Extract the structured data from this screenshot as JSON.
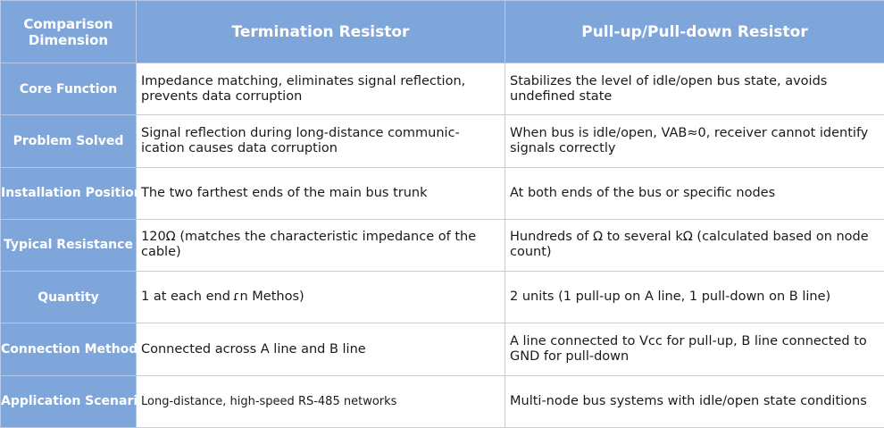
{
  "header": {
    "dimension": "Comparison Dimension",
    "termination": "Termination Resistor",
    "pullup": "Pull-up/Pull-down Resistor"
  },
  "rows": [
    {
      "dimension": "Core Function",
      "termination": "Impedance matching, eliminates signal reflection, prevents data corruption",
      "pullup": "Stabilizes the level of idle/open bus state, avoids undefined state"
    },
    {
      "dimension": "Problem Solved",
      "termination": "Signal reflection during long-distance communic- ication causes data corruption",
      "pullup": "When bus is idle/open, VAB≈0, receiver cannot identify signals correctly"
    },
    {
      "dimension": "Installation Position",
      "termination": "The two farthest ends of the main bus trunk",
      "pullup": "At both ends of the bus or specific nodes"
    },
    {
      "dimension": "Typical Resistance",
      "termination": "120Ω (matches the characteristic impedance of the cable)",
      "pullup": "Hundreds of Ω to several kΩ (calculated based on node count)"
    },
    {
      "dimension": "Quantity",
      "termination": "1 at each end ɾn Methos)",
      "pullup": "2 units (1 pull-up on A line, 1 pull-down on B line)"
    },
    {
      "dimension": "Connection Method",
      "termination": "Connected across A line and B line",
      "pullup": "A line connected to Vcc for pull-up, B line connected to GND for pull-down"
    },
    {
      "dimension": "Application Scenario",
      "termination": "Long-distance, high-speed RS-485 networks",
      "pullup": "Multi-node bus systems with idle/open state conditions"
    }
  ]
}
